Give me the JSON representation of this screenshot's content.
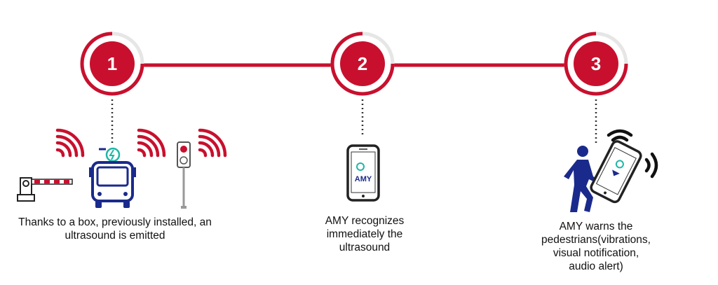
{
  "steps": [
    {
      "number": "1",
      "caption_lines": [
        "Thanks to a box, previously installed, an",
        "ultrasound is emitted"
      ]
    },
    {
      "number": "2",
      "caption_lines": [
        "AMY recognizes",
        "immediately the",
        "ultrasound"
      ]
    },
    {
      "number": "3",
      "caption_lines": [
        "AMY warns the",
        "pedestrians(vibrations,",
        "visual notification,",
        "audio alert)"
      ]
    }
  ],
  "app_logo_text": "AMY",
  "colors": {
    "accent": "#c8102e",
    "ring_light": "#e6e6e6",
    "icon_blue": "#1a2a8c",
    "icon_teal": "#1fb6a6",
    "dotted": "#333333"
  },
  "icons": [
    "barrier-icon",
    "bus-icon",
    "traffic-light-icon",
    "phone-icon",
    "pedestrian-icon",
    "sound-waves-icon",
    "wifi-icon"
  ]
}
